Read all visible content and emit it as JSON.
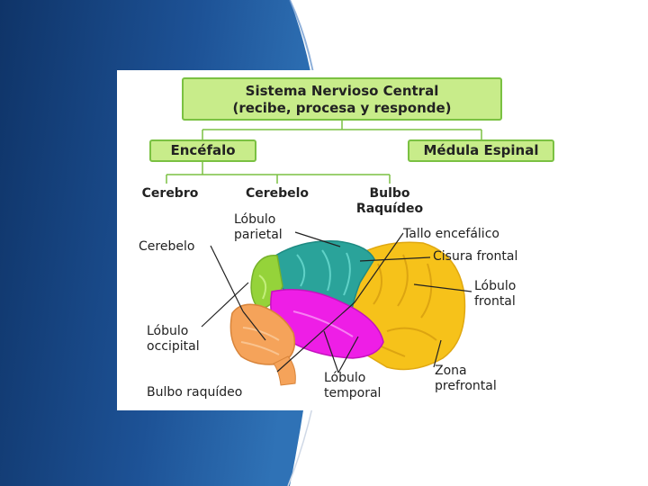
{
  "diagram": {
    "root": {
      "line1": "Sistema Nervioso Central",
      "line2": "(recibe, procesa y responde)"
    },
    "level1": {
      "left": "Encéfalo",
      "right": "Médula Espinal"
    },
    "level2": {
      "cerebro": "Cerebro",
      "cerebelo": "Cerebelo",
      "bulbo_line1": "Bulbo",
      "bulbo_line2": "Raquídeo"
    }
  },
  "brain_labels": {
    "lobulo_parietal": [
      "Lóbulo",
      "parietal"
    ],
    "tallo": "Tallo encefálico",
    "cerebelo": "Cerebelo",
    "cisura": "Cisura frontal",
    "lobulo_frontal": [
      "Lóbulo",
      "frontal"
    ],
    "lobulo_occipital": [
      "Lóbulo",
      "occipital"
    ],
    "zona_prefrontal": [
      "Zona",
      "prefrontal"
    ],
    "lobulo_temporal": [
      "Lóbulo",
      "temporal"
    ],
    "bulbo_raquideo": "Bulbo raquídeo"
  },
  "colors": {
    "slide_blue_dark": "#10386e",
    "slide_blue_light": "#2d6db0",
    "box_fill": "#c8ec8a",
    "box_border": "#7ac142",
    "frontal": "#f6c21a",
    "parietal": "#2aa39a",
    "temporal": "#ee1ee6",
    "occipital": "#95d33a",
    "cerebellum": "#f5a35a"
  }
}
